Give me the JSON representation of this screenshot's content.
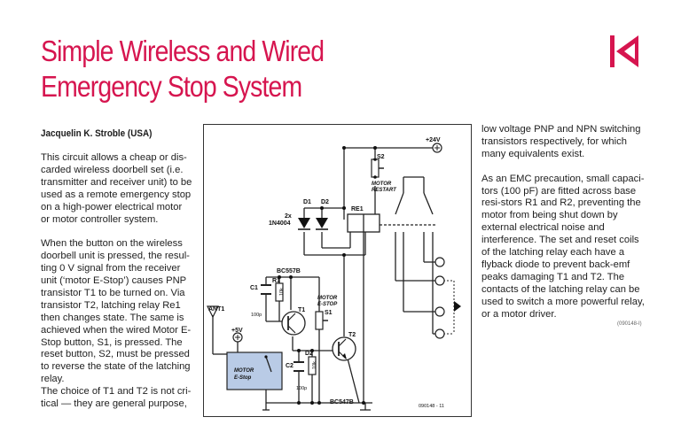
{
  "article": {
    "title_line1": "Simple Wireless and Wired",
    "title_line2": "Emergency Stop System",
    "author": "Jacquelin K. Strobl​e (USA)",
    "code": "(090148-I)"
  },
  "left_column": [
    "This circuit allows a cheap or dis-carded wireless doorbell set (i.e. transmitter and receiver unit) to be used as a remote emergency stop on a high-power electrical motor or motor controller system.",
    "When the button on the wireless doorbell unit is pressed, the resul-ting 0 V signal from the receiver unit (‘motor E-Stop’) causes PNP transistor T1 to be turned on. Via transistor T2, latching relay Re1 then changes state. The same is achieved when the wired Motor E-Stop button, S1, is pressed. The reset button, S2, must be pressed to reverse the state of the latching relay.",
    "The choice of T1 and T2 is not cri-tical — they are general purpose,"
  ],
  "right_column": [
    "low voltage PNP and NPN switching transistors respectively, for which many equivalents exist.",
    "As an EMC precaution, small capaci-tors (100 pF) are fitted across base resi-stors R1 and R2, preventing the motor from being shut down by external electrical noise and interference. The set and reset coils of the latching relay each have a flyback diode to prevent back-emf peaks damaging T1 and T2. The contacts of the latching relay can be used to switch a more powerful relay, or a motor driver."
  ],
  "schematic": {
    "supply_24": "+24V",
    "supply_5": "+5V",
    "s2_label": "S2",
    "s2_desc_1": "MOTOR",
    "s2_desc_2": "RESTART",
    "d1": "D1",
    "d2": "D2",
    "diode_count": "2x",
    "diode_type": "1N4004",
    "relay": "RE1",
    "t1_type": "BC557B",
    "t2_type": "BC547B",
    "c1": "C1",
    "c1_val": "100p",
    "r1": "R1",
    "r1_val": "10k",
    "t1": "T1",
    "s1": "S1",
    "s1_desc_1": "MOTOR",
    "s1_desc_2": "E-STOP",
    "t2": "T2",
    "ant": "ANT1",
    "receiver_1": "MOTOR",
    "receiver_2": "E-Stop",
    "c2": "C2",
    "c2_val": "100p",
    "d2b": "D2",
    "r2_val": "10k",
    "fig_code": "090148 - 11"
  },
  "colors": {
    "title": "#d6154f",
    "receiver_fill": "#b9cbe6",
    "border": "#333333"
  }
}
